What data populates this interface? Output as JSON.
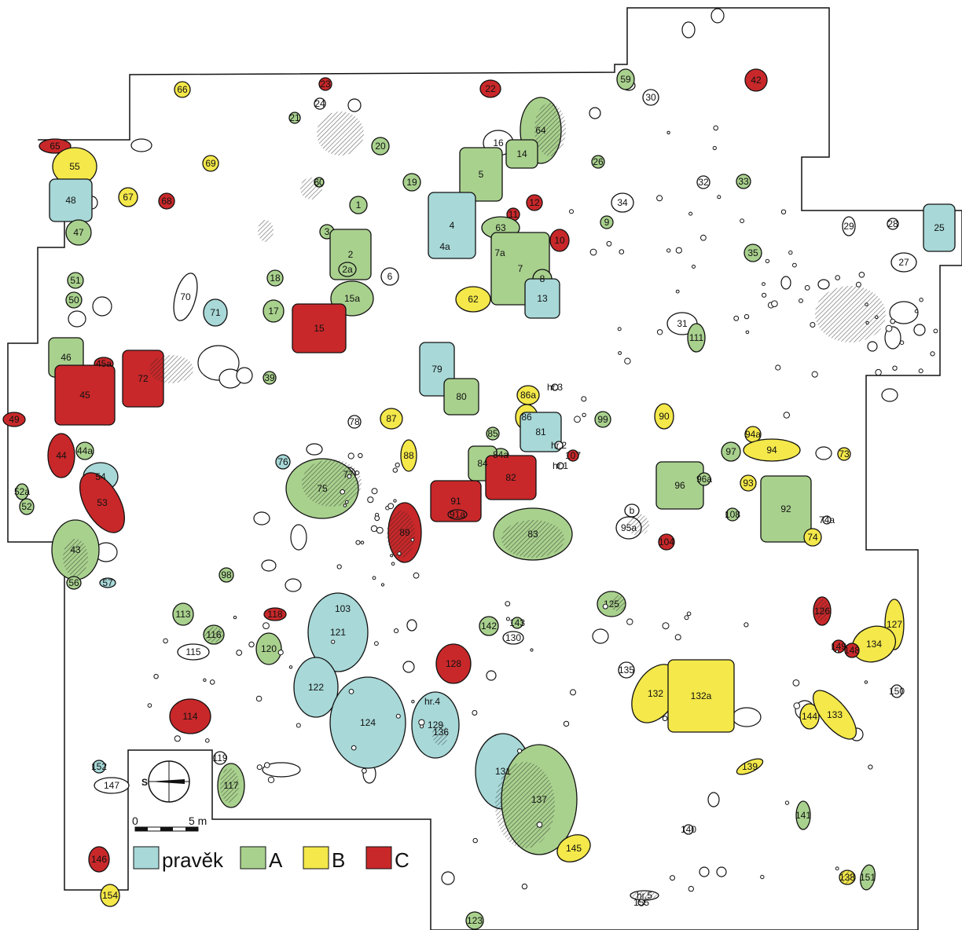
{
  "legend": {
    "items": [
      {
        "label": "pravěk",
        "color": "#a8d8d8"
      },
      {
        "label": "A",
        "color": "#a9d18e"
      },
      {
        "label": "B",
        "color": "#f4e84a"
      },
      {
        "label": "C",
        "color": "#c8282a"
      }
    ]
  },
  "scale": {
    "zero": "0",
    "five": "5 m"
  },
  "compass": {
    "north_letter": "S"
  },
  "colors": {
    "pravek": "#a8d8d8",
    "A": "#a9d18e",
    "B": "#f4e84a",
    "C": "#c8282a",
    "outline": "#111111"
  },
  "features": [
    {
      "id": "65",
      "cat": "C"
    },
    {
      "id": "55",
      "cat": "B"
    },
    {
      "id": "48",
      "cat": "pravek"
    },
    {
      "id": "47",
      "cat": "A"
    },
    {
      "id": "66",
      "cat": "B"
    },
    {
      "id": "23",
      "cat": "C"
    },
    {
      "id": "24",
      "cat": "none"
    },
    {
      "id": "21",
      "cat": "A"
    },
    {
      "id": "22",
      "cat": "C"
    },
    {
      "id": "59",
      "cat": "A"
    },
    {
      "id": "30",
      "cat": "none"
    },
    {
      "id": "42",
      "cat": "C"
    },
    {
      "id": "20",
      "cat": "A"
    },
    {
      "id": "69",
      "cat": "B"
    },
    {
      "id": "60",
      "cat": "A"
    },
    {
      "id": "67",
      "cat": "B"
    },
    {
      "id": "68",
      "cat": "C"
    },
    {
      "id": "19",
      "cat": "A"
    },
    {
      "id": "16",
      "cat": "none"
    },
    {
      "id": "64",
      "cat": "A"
    },
    {
      "id": "14",
      "cat": "A"
    },
    {
      "id": "26",
      "cat": "A"
    },
    {
      "id": "32",
      "cat": "none"
    },
    {
      "id": "33",
      "cat": "A"
    },
    {
      "id": "5",
      "cat": "A"
    },
    {
      "id": "11",
      "cat": "C"
    },
    {
      "id": "12",
      "cat": "C"
    },
    {
      "id": "34",
      "cat": "none"
    },
    {
      "id": "1",
      "cat": "A"
    },
    {
      "id": "9",
      "cat": "A"
    },
    {
      "id": "29",
      "cat": "none"
    },
    {
      "id": "28",
      "cat": "none"
    },
    {
      "id": "25",
      "cat": "pravek"
    },
    {
      "id": "3",
      "cat": "A"
    },
    {
      "id": "2",
      "cat": "A"
    },
    {
      "id": "2a",
      "cat": "A"
    },
    {
      "id": "4a",
      "cat": "pravek"
    },
    {
      "id": "4",
      "cat": "pravek"
    },
    {
      "id": "63",
      "cat": "A"
    },
    {
      "id": "10",
      "cat": "C"
    },
    {
      "id": "7a",
      "cat": "none"
    },
    {
      "id": "35",
      "cat": "A"
    },
    {
      "id": "27",
      "cat": "none"
    },
    {
      "id": "51",
      "cat": "A"
    },
    {
      "id": "18",
      "cat": "A"
    },
    {
      "id": "6",
      "cat": "none"
    },
    {
      "id": "7",
      "cat": "A"
    },
    {
      "id": "8",
      "cat": "A"
    },
    {
      "id": "50",
      "cat": "A"
    },
    {
      "id": "62",
      "cat": "B"
    },
    {
      "id": "15a",
      "cat": "A"
    },
    {
      "id": "71",
      "cat": "pravek"
    },
    {
      "id": "70",
      "cat": "none"
    },
    {
      "id": "17",
      "cat": "A"
    },
    {
      "id": "13",
      "cat": "pravek"
    },
    {
      "id": "31",
      "cat": "none"
    },
    {
      "id": "111",
      "cat": "A"
    },
    {
      "id": "15",
      "cat": "C"
    },
    {
      "id": "46",
      "cat": "A"
    },
    {
      "id": "45a",
      "cat": "C"
    },
    {
      "id": "72",
      "cat": "C"
    },
    {
      "id": "39",
      "cat": "A"
    },
    {
      "id": "79",
      "cat": "pravek"
    },
    {
      "id": "hr.3",
      "cat": "none"
    },
    {
      "id": "86a",
      "cat": "B"
    },
    {
      "id": "80",
      "cat": "A"
    },
    {
      "id": "45",
      "cat": "C"
    },
    {
      "id": "49",
      "cat": "C"
    },
    {
      "id": "78",
      "cat": "none"
    },
    {
      "id": "87",
      "cat": "B"
    },
    {
      "id": "86",
      "cat": "B"
    },
    {
      "id": "99",
      "cat": "A"
    },
    {
      "id": "90",
      "cat": "B"
    },
    {
      "id": "85",
      "cat": "A"
    },
    {
      "id": "81",
      "cat": "pravek"
    },
    {
      "id": "94a",
      "cat": "B"
    },
    {
      "id": "73",
      "cat": "B"
    },
    {
      "id": "44a",
      "cat": "A"
    },
    {
      "id": "44",
      "cat": "C"
    },
    {
      "id": "76",
      "cat": "pravek"
    },
    {
      "id": "84a",
      "cat": "A"
    },
    {
      "id": "hr.2",
      "cat": "none"
    },
    {
      "id": "107",
      "cat": "C"
    },
    {
      "id": "97",
      "cat": "A"
    },
    {
      "id": "94",
      "cat": "B"
    },
    {
      "id": "88",
      "cat": "B"
    },
    {
      "id": "84",
      "cat": "A"
    },
    {
      "id": "hr.1",
      "cat": "none"
    },
    {
      "id": "77",
      "cat": "none"
    },
    {
      "id": "54",
      "cat": "pravek"
    },
    {
      "id": "52a",
      "cat": "A"
    },
    {
      "id": "93",
      "cat": "B"
    },
    {
      "id": "53",
      "cat": "C"
    },
    {
      "id": "82",
      "cat": "C"
    },
    {
      "id": "91",
      "cat": "C"
    },
    {
      "id": "91a",
      "cat": "C"
    },
    {
      "id": "96",
      "cat": "A"
    },
    {
      "id": "96a",
      "cat": "A"
    },
    {
      "id": "52",
      "cat": "A"
    },
    {
      "id": "75",
      "cat": "A"
    },
    {
      "id": "89",
      "cat": "C"
    },
    {
      "id": "b",
      "cat": "none"
    },
    {
      "id": "95a",
      "cat": "none"
    },
    {
      "id": "108",
      "cat": "A"
    },
    {
      "id": "92",
      "cat": "A"
    },
    {
      "id": "74a",
      "cat": "none"
    },
    {
      "id": "83",
      "cat": "A"
    },
    {
      "id": "74",
      "cat": "B"
    },
    {
      "id": "104",
      "cat": "C"
    },
    {
      "id": "43",
      "cat": "A"
    },
    {
      "id": "98",
      "cat": "A"
    },
    {
      "id": "56",
      "cat": "A"
    },
    {
      "id": "57",
      "cat": "pravek"
    },
    {
      "id": "103",
      "cat": "C"
    },
    {
      "id": "125",
      "cat": "A"
    },
    {
      "id": "126",
      "cat": "C"
    },
    {
      "id": "113",
      "cat": "A"
    },
    {
      "id": "118",
      "cat": "C"
    },
    {
      "id": "143",
      "cat": "A"
    },
    {
      "id": "142",
      "cat": "A"
    },
    {
      "id": "130",
      "cat": "none"
    },
    {
      "id": "127",
      "cat": "B"
    },
    {
      "id": "116",
      "cat": "A"
    },
    {
      "id": "134",
      "cat": "B"
    },
    {
      "id": "149",
      "cat": "C"
    },
    {
      "id": "115",
      "cat": "none"
    },
    {
      "id": "121",
      "cat": "pravek"
    },
    {
      "id": "120",
      "cat": "A"
    },
    {
      "id": "135",
      "cat": "none"
    },
    {
      "id": "148",
      "cat": "C"
    },
    {
      "id": "128",
      "cat": "C"
    },
    {
      "id": "150",
      "cat": "none"
    },
    {
      "id": "122",
      "cat": "pravek"
    },
    {
      "id": "132",
      "cat": "B"
    },
    {
      "id": "hr.4",
      "cat": "none"
    },
    {
      "id": "114",
      "cat": "C"
    },
    {
      "id": "144",
      "cat": "B"
    },
    {
      "id": "133",
      "cat": "B"
    },
    {
      "id": "136",
      "cat": "C"
    },
    {
      "id": "132a",
      "cat": "B"
    },
    {
      "id": "124",
      "cat": "pravek"
    },
    {
      "id": "129",
      "cat": "pravek"
    },
    {
      "id": "119",
      "cat": "none"
    },
    {
      "id": "152",
      "cat": "pravek"
    },
    {
      "id": "139",
      "cat": "B"
    },
    {
      "id": "147",
      "cat": "none"
    },
    {
      "id": "117",
      "cat": "A"
    },
    {
      "id": "131",
      "cat": "pravek"
    },
    {
      "id": "137",
      "cat": "A"
    },
    {
      "id": "141",
      "cat": "A"
    },
    {
      "id": "140",
      "cat": "none"
    },
    {
      "id": "145",
      "cat": "B"
    },
    {
      "id": "146",
      "cat": "C"
    },
    {
      "id": "138",
      "cat": "B"
    },
    {
      "id": "151",
      "cat": "A"
    },
    {
      "id": "hr.5",
      "cat": "none"
    },
    {
      "id": "155",
      "cat": "none"
    },
    {
      "id": "154",
      "cat": "B"
    },
    {
      "id": "123",
      "cat": "A"
    }
  ]
}
